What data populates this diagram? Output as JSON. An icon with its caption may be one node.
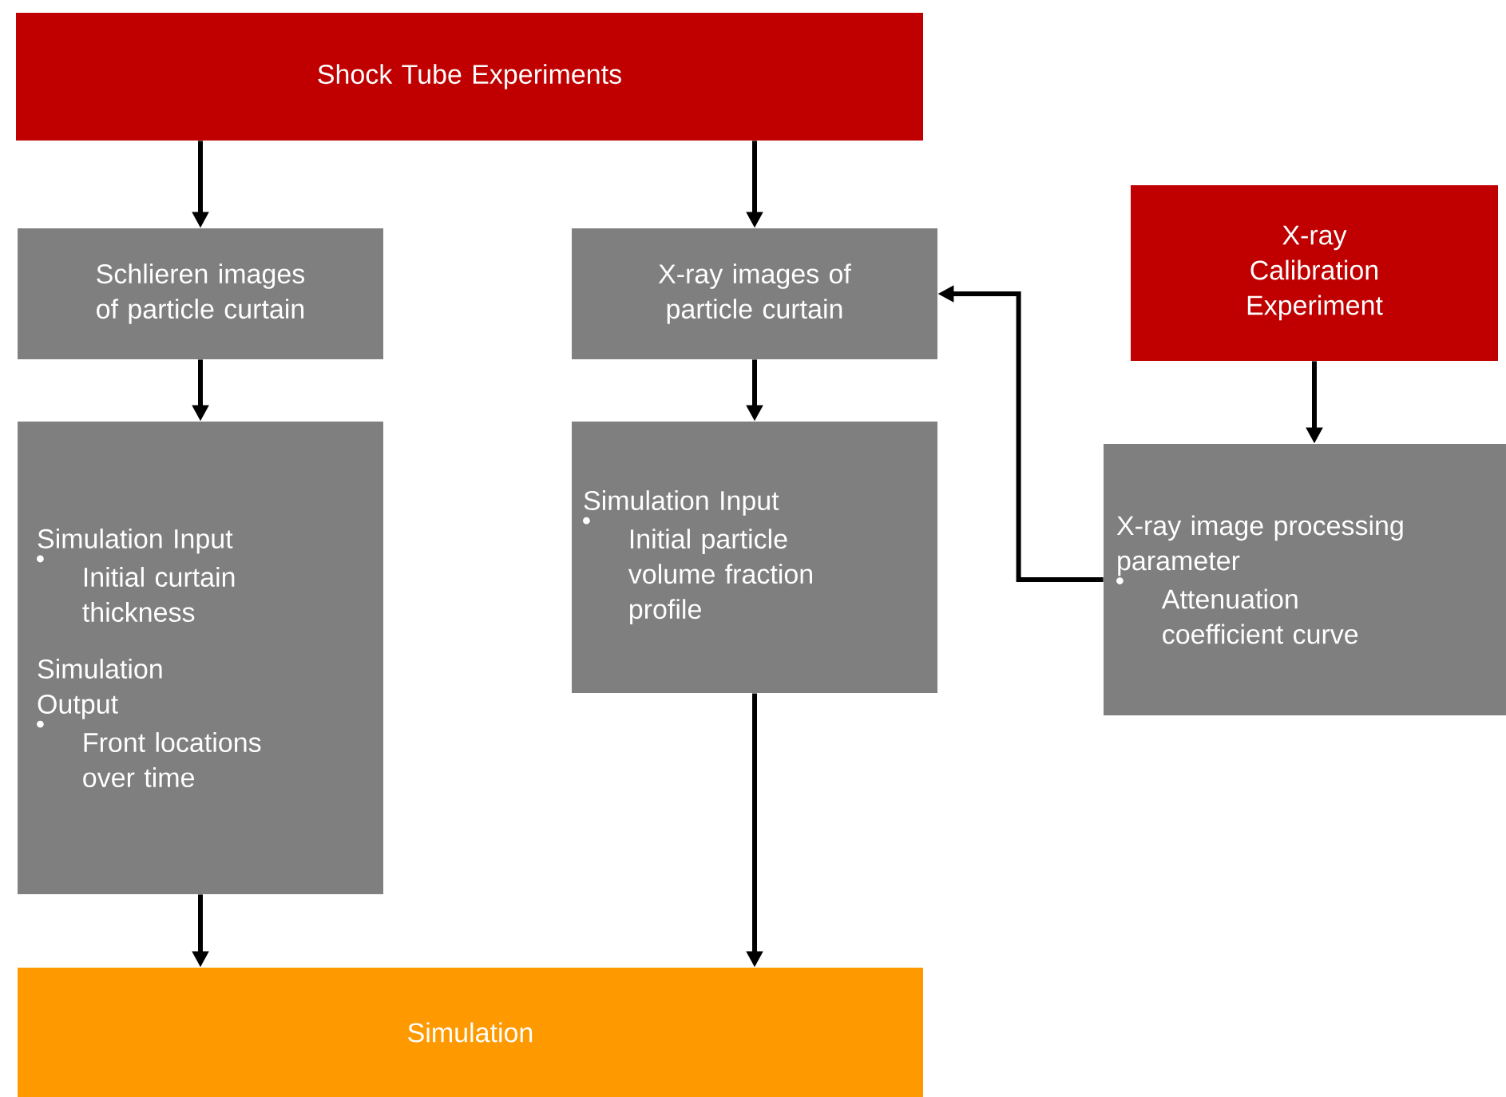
{
  "diagram": {
    "nodes": [
      {
        "text": [
          "Shock Tube Experiments"
        ]
      },
      {
        "text": [
          "Schlieren images of particle curtain"
        ]
      },
      {
        "text": [
          "X-ray images of particle curtain"
        ]
      },
      {
        "text": [
          "X-ray Calibration Experiment"
        ]
      },
      {
        "text": [
          "Simulation Input",
          "Initial curtain thickness",
          "Simulation Output",
          "Front locations over time"
        ]
      },
      {
        "text": [
          "Simulation Input",
          "Initial particle volume fraction profile"
        ]
      },
      {
        "text": [
          "X-ray image processing parameter",
          "Attenuation coefficient curve"
        ]
      },
      {
        "text": [
          "Simulation"
        ]
      }
    ],
    "edges": [
      {
        "from": 0,
        "to": 1,
        "arrow": "to"
      },
      {
        "from": 0,
        "to": 2,
        "arrow": "to"
      },
      {
        "from": 1,
        "to": 4,
        "arrow": "to"
      },
      {
        "from": 2,
        "to": 5,
        "arrow": "to"
      },
      {
        "from": 3,
        "to": 6,
        "arrow": "to"
      },
      {
        "from": 6,
        "to": 2,
        "arrow": "to"
      },
      {
        "from": 4,
        "to": 7,
        "arrow": "to"
      },
      {
        "from": 5,
        "to": 7,
        "arrow": "to"
      }
    ]
  }
}
